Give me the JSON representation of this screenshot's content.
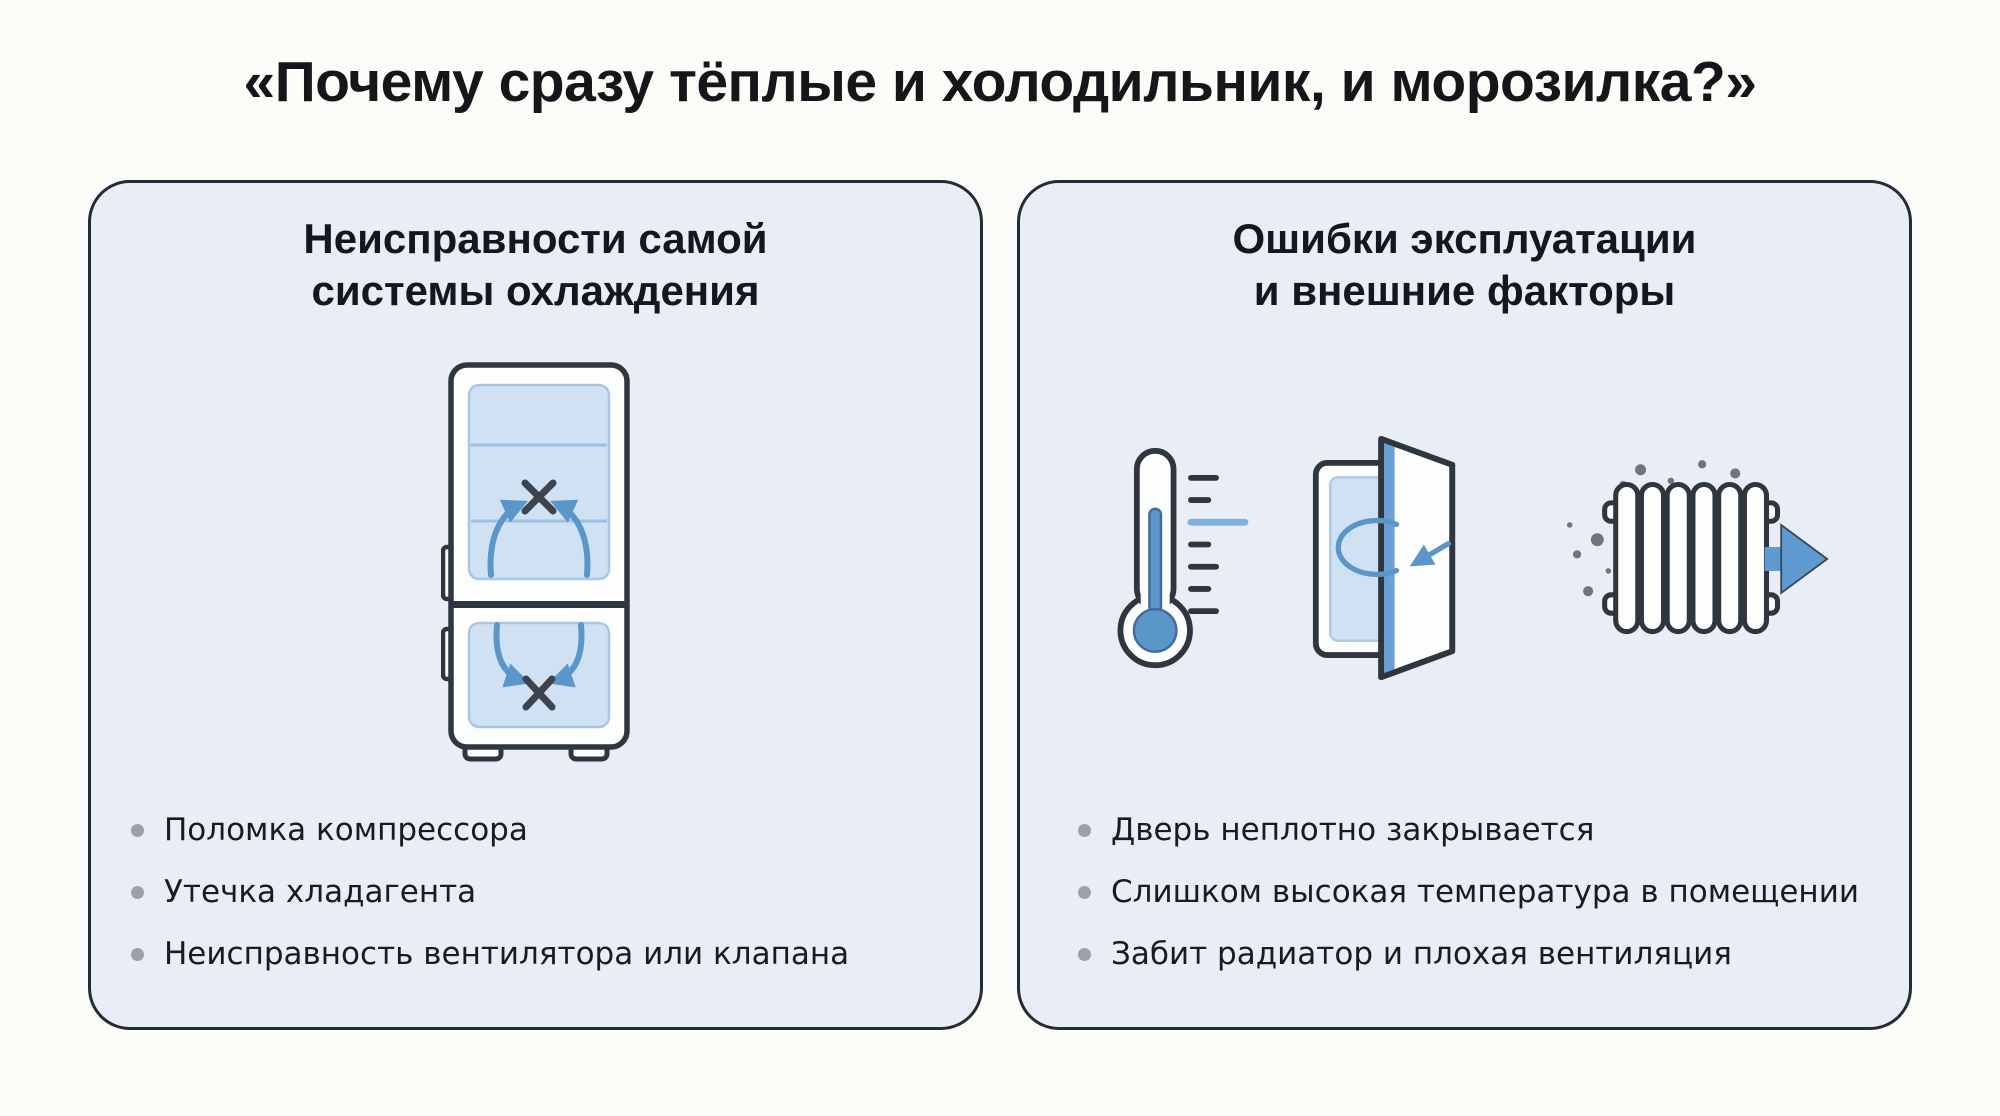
{
  "title": "«Почему сразу тёплые и холодильник, и морозилка?»",
  "panels": {
    "left": {
      "heading_line1": "Неисправности самой",
      "heading_line2": "системы охлаждения",
      "illustration": "fridge-freezer-no-cooling-icon",
      "bullets": [
        "Поломка компрессора",
        "Утечка хладагента",
        "Неисправность вентилятора или клапана"
      ]
    },
    "right": {
      "heading_line1": "Ошибки эксплуатации",
      "heading_line2": "и внешние факторы",
      "illustrations": [
        "thermometer-high-temperature-icon",
        "door-ajar-icon",
        "dusty-radiator-airflow-icon"
      ],
      "bullets": [
        "Дверь неплотно закрывается",
        "Слишком высокая температура в помещении",
        "Забит радиатор и плохая вентиляция"
      ]
    }
  },
  "colors": {
    "page_bg": "#fbfbf8",
    "panel_bg": "#e9edf6",
    "panel_border": "#262c37",
    "heading_text": "#14171c",
    "body_text": "#181c22",
    "bullet_dot": "#9aa1ab",
    "icon_outline": "#2f3640",
    "accent_blue": "#5b96cb",
    "light_blue_fill": "#cfe1f3",
    "dust_gray": "#70757d"
  }
}
